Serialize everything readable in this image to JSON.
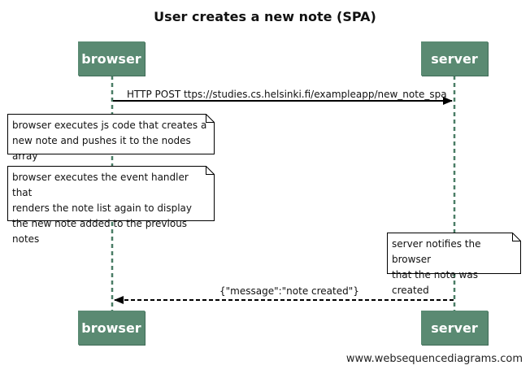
{
  "title": "User creates a new note (SPA)",
  "participants": {
    "browser": "browser",
    "server": "server"
  },
  "messages": {
    "request": "HTTP POST ttps://studies.cs.helsinki.fi/exampleapp/new_note_spa",
    "response": "{\"message\":\"note created\"}"
  },
  "notes": {
    "n1": "browser executes js code that creates a\nnew note and pushes it to the nodes array",
    "n2": "browser executes the event handler that\nrenders the note list again to display\nthe new note added to the previous notes",
    "n3": "server notifies the browser\nthat the note was created"
  },
  "footer": "www.websequencediagrams.com",
  "colors": {
    "actor_fill": "#5a8a72",
    "lifeline": "#4a7d66",
    "arrow": "#000000"
  }
}
